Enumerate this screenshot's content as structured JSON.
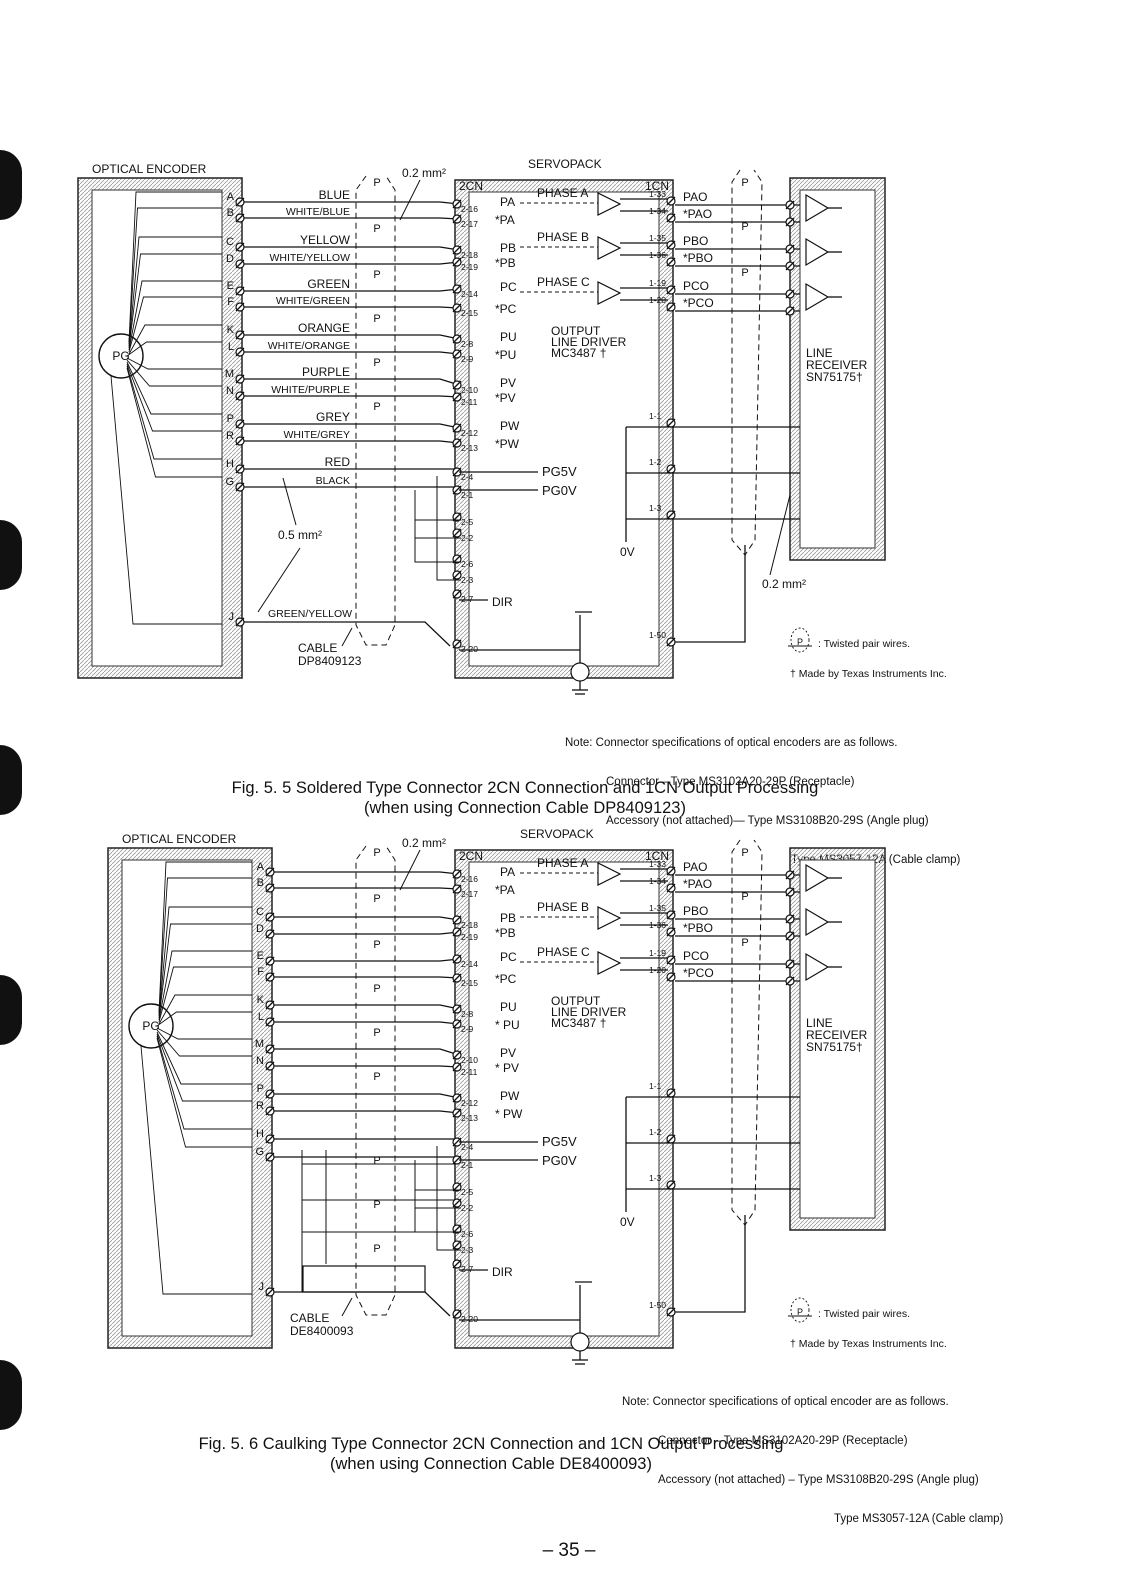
{
  "figures": [
    {
      "id": "fig55",
      "optical_encoder_label": "OPTICAL ENCODER",
      "servopack_label": "SERVOPACK",
      "wire_size_top": "0.2 mm²",
      "wire_size_bottom_right": "0.2 mm²",
      "wire_size_left": "0.5 mm²",
      "pg_label": "PG",
      "connector_2cn": "2CN",
      "connector_1cn": "1CN",
      "twisted_pair_symbol": "P",
      "encoder_pins": [
        "A",
        "B",
        "C",
        "D",
        "E",
        "F",
        "K",
        "L",
        "M",
        "N",
        "P",
        "R",
        "H",
        "G",
        "J"
      ],
      "wire_colors": [
        "BLUE",
        "WHITE/BLUE",
        "YELLOW",
        "WHITE/YELLOW",
        "GREEN",
        "WHITE/GREEN",
        "ORANGE",
        "WHITE/ORANGE",
        "PURPLE",
        "WHITE/PURPLE",
        "GREY",
        "WHITE/GREY",
        "RED",
        "BLACK",
        "GREEN/YELLOW"
      ],
      "pins_2cn": [
        "2-16",
        "2-17",
        "2-18",
        "2-19",
        "2-14",
        "2-15",
        "2-8",
        "2-9",
        "2-10",
        "2-11",
        "2-12",
        "2-13",
        "2-4",
        "2-1",
        "2-5",
        "2-2",
        "2-6",
        "2-3",
        "2-7",
        "2-20"
      ],
      "signals_2cn": [
        "PA",
        "*PA",
        "PB",
        "*PB",
        "PC",
        "*PC",
        "PU",
        "*PU",
        "PV",
        "*PV",
        "PW",
        "*PW"
      ],
      "pg5v": "PG5V",
      "pg0v": "PG0V",
      "dir": "DIR",
      "phases": [
        "PHASE A",
        "PHASE B",
        "PHASE C"
      ],
      "pins_1cn": [
        "1-33",
        "1-34",
        "1-35",
        "1-36",
        "1-19",
        "1-20",
        "1-1",
        "1-2",
        "1-3",
        "1-50"
      ],
      "outputs_1cn": [
        "PAO",
        "*PAO",
        "PBO",
        "*PBO",
        "PCO",
        "*PCO"
      ],
      "driver_label": [
        "OUTPUT",
        "LINE DRIVER",
        "MC3487 †"
      ],
      "receiver_label": [
        "LINE",
        "RECEIVER",
        "SN75175†"
      ],
      "zero_v": "0V",
      "cable_label": [
        "CABLE",
        "DP8409123"
      ],
      "legend_twisted": ": Twisted pair wires.",
      "legend_ti": "† Made by Texas Instruments Inc.",
      "note_lines": [
        "Note: Connector specifications of optical encoders are as follows.",
        "Connector—Type MS3102A20-29P (Receptacle)",
        "Accessory (not attached)— Type MS3108B20-29S (Angle plug)",
        "Type MS3057-12A (Cable clamp)"
      ],
      "caption_line1": "Fig. 5. 5   Soldered Type Connector 2CN Connection and 1CN Output Processing",
      "caption_line2": "(when using Connection Cable DP8409123)"
    },
    {
      "id": "fig56",
      "optical_encoder_label": "OPTICAL ENCODER",
      "servopack_label": "SERVOPACK",
      "wire_size_top": "0.2 mm²",
      "pg_label": "PG",
      "connector_2cn": "2CN",
      "connector_1cn": "1CN",
      "twisted_pair_symbol": "P",
      "encoder_pins": [
        "A",
        "B",
        "C",
        "D",
        "E",
        "F",
        "K",
        "L",
        "M",
        "N",
        "P",
        "R",
        "H",
        "G",
        "J"
      ],
      "pins_2cn": [
        "2-16",
        "2-17",
        "2-18",
        "2-19",
        "2-14",
        "2-15",
        "2-8",
        "2-9",
        "2-10",
        "2-11",
        "2-12",
        "2-13",
        "2-4",
        "2-1",
        "2-5",
        "2-2",
        "2-6",
        "2-3",
        "2-7",
        "2-20"
      ],
      "signals_2cn": [
        "PA",
        "*PA",
        "PB",
        "*PB",
        "PC",
        "*PC",
        "PU",
        "* PU",
        "PV",
        "* PV",
        "PW",
        "* PW"
      ],
      "pg5v": "PG5V",
      "pg0v": "PG0V",
      "dir": "DIR",
      "phases": [
        "PHASE A",
        "PHASE B",
        "PHASE C"
      ],
      "pins_1cn": [
        "1-33",
        "1-34",
        "1-35",
        "1-36",
        "1-19",
        "1-20",
        "1-1",
        "1-2",
        "1-3",
        "1-50"
      ],
      "outputs_1cn": [
        "PAO",
        "*PAO",
        "PBO",
        "*PBO",
        "PCO",
        "*PCO"
      ],
      "driver_label": [
        "OUTPUT",
        "LINE DRIVER",
        "MC3487 †"
      ],
      "receiver_label": [
        "LINE",
        "RECEIVER",
        "SN75175†"
      ],
      "zero_v": "0V",
      "cable_label": [
        "CABLE",
        "DE8400093"
      ],
      "legend_twisted": ": Twisted pair wires.",
      "legend_ti": "† Made by Texas Instruments Inc.",
      "note_lines": [
        "Note: Connector specifications of optical encoder are as follows.",
        "Connector – Type MS3102A20-29P (Receptacle)",
        "Accessory (not attached) – Type MS3108B20-29S (Angle plug)",
        "Type MS3057-12A (Cable clamp)"
      ],
      "caption_line1": "Fig. 5. 6   Caulking Type Connector 2CN Connection and 1CN Output Processing",
      "caption_line2": "(when using Connection Cable DE8400093)"
    }
  ],
  "page_number": "– 35 –"
}
